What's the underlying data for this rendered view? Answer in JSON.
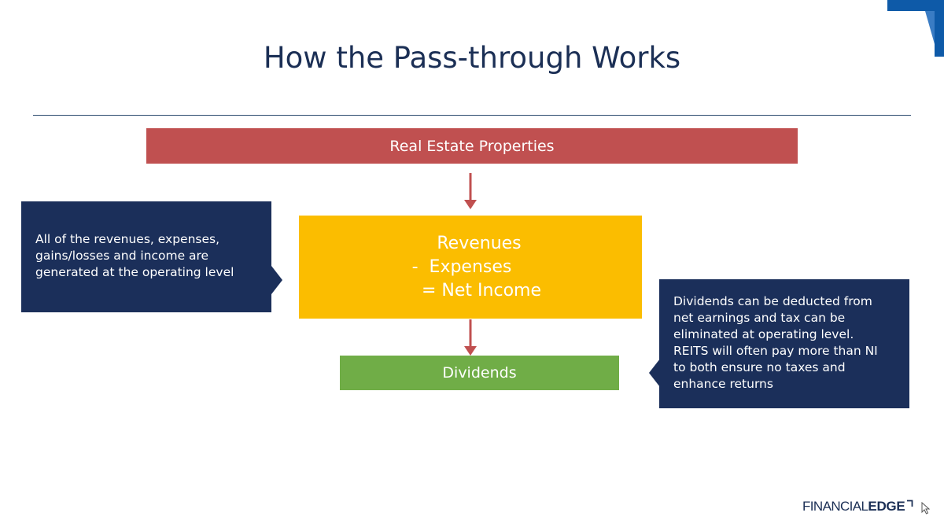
{
  "slide": {
    "title": "How the Pass-through Works"
  },
  "diagram": {
    "properties_label": "Real Estate Properties",
    "income_lines": [
      "Revenues",
      "-  Expenses",
      "= Net Income"
    ],
    "dividends_label": "Dividends"
  },
  "callouts": {
    "left": [
      "All of the revenues, expenses,",
      "gains/losses and income are",
      "generated at the operating level"
    ],
    "right": [
      "Dividends can be deducted from",
      "net earnings and tax can be",
      "eliminated at operating level.",
      "REITS will often pay more than NI",
      "to both ensure no taxes and",
      "enhance returns"
    ]
  },
  "logo": {
    "part1": "FINANCIAL",
    "part2": "EDGE"
  },
  "colors": {
    "title": "#1b2f55",
    "properties": "#c05050",
    "income": "#fbbd00",
    "dividends": "#70ad47",
    "callout": "#1b2f5a",
    "arrow": "#c05050",
    "corner": "#0e5aa8"
  },
  "icons": {
    "corner_accent": "corner-accent-icon",
    "arrow": "arrow-down-icon",
    "logo_mark": "logo-bracket-icon",
    "cursor": "mouse-cursor-icon"
  }
}
